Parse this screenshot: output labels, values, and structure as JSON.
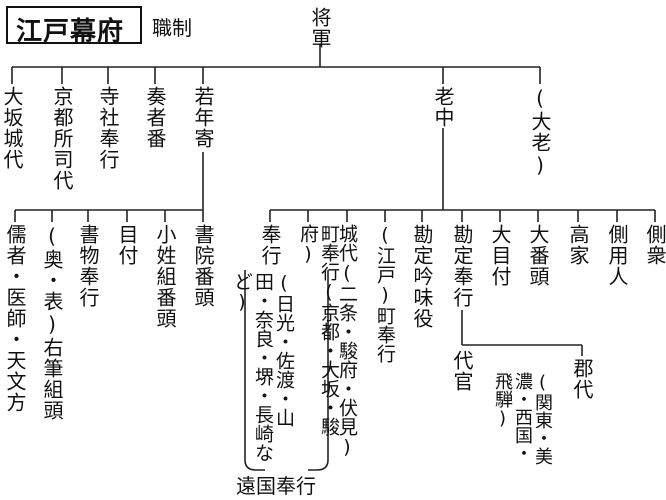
{
  "title": "江戸幕府",
  "subtitle": "職制",
  "nodes": {
    "shogun": "将軍",
    "roju": "老中",
    "tairo": "(大老)",
    "osaka_jodai": "大坂城代",
    "kyoto_shoshidai": "京都所司代",
    "jisha_bugyo": "寺社奉行",
    "sojaban": "奏者番",
    "wakadoshiyori": "若年寄",
    "jusha_ishi": "儒者・医師・天文方",
    "oku_omote_yuhitsu": "(奥・表)右筆組頭",
    "shomotsu_bugyo": "書物奉行",
    "metsuke": "目付",
    "kosho_gumi": "小姓組番頭",
    "shoin_ban": "書院番頭",
    "bugyo": "奉行",
    "ongoku_detail": "(日光・佐渡・山田・奈良・堺・長崎など)",
    "machi_bugyo_ongoku": "町奉行(京都・大坂・駿府)",
    "jodai": "城代(二条・駿府・伏見)",
    "edo_machi_bugyo": "(江戸)町奉行",
    "kanjo_ginmiyaku": "勘定吟味役",
    "kanjo_bugyo": "勘定奉行",
    "ometsuke": "大目付",
    "oban_gashira": "大番頭",
    "koke": "高家",
    "sobayonin": "側用人",
    "sobashu": "側衆",
    "daikan": "代官",
    "gundai": "郡代",
    "gundai_detail": "(関東・美濃・西国・飛騨)",
    "ongoku_bugyo": "遠国奉行"
  }
}
